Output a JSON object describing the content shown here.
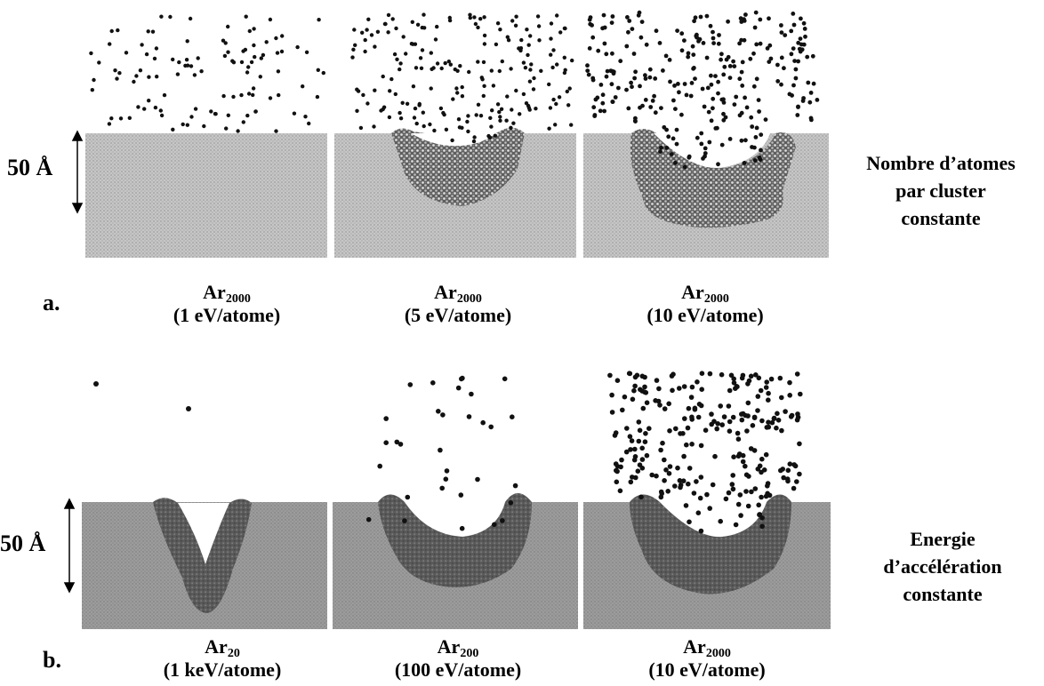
{
  "scale_bar": {
    "label": "50 Å"
  },
  "row_a": {
    "letter": "a.",
    "side_caption": [
      "Nombre d’atomes",
      "par cluster",
      "constante"
    ],
    "panels": [
      {
        "species": "Ar",
        "subscript": "2000",
        "energy": "(1 eV/atome)"
      },
      {
        "species": "Ar",
        "subscript": "2000",
        "energy": "(5 eV/atome)"
      },
      {
        "species": "Ar",
        "subscript": "2000",
        "energy": "(10 eV/atome)"
      }
    ]
  },
  "row_b": {
    "letter": "b.",
    "side_caption": [
      "Energie",
      "d’accélération",
      "constante"
    ],
    "panels": [
      {
        "species": "Ar",
        "subscript": "20",
        "energy": "(1 keV/atome)"
      },
      {
        "species": "Ar",
        "subscript": "200",
        "energy": "(100 eV/atome)"
      },
      {
        "species": "Ar",
        "subscript": "2000",
        "energy": "(10 eV/atome)"
      }
    ]
  },
  "colors": {
    "substrate_a": "#c4c4c4",
    "substrate_b": "#9a9a9a",
    "damage": "#6e6e6e",
    "atom": "#111111"
  }
}
